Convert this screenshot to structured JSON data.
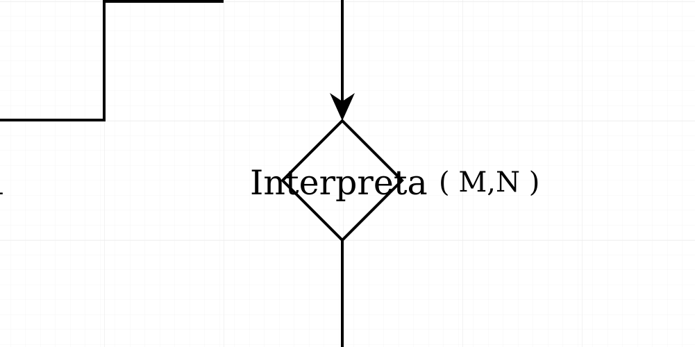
{
  "diagram": {
    "decision": {
      "name": "Interpreta",
      "params": "( M,N )"
    },
    "left_fragment": "a"
  },
  "colors": {
    "background": "#ffffff",
    "grid": "#eeeeee",
    "stroke": "#000000"
  }
}
